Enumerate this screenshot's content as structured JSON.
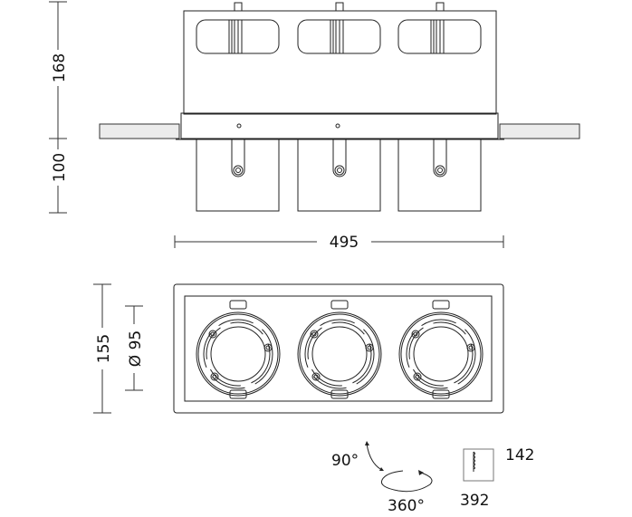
{
  "dimensions": {
    "height_upper": "168",
    "height_lower": "100",
    "width": "495",
    "plan_height": "155",
    "diameter": "Ø 95",
    "cutout_height": "142",
    "cutout_width": "392"
  },
  "rotation": {
    "tilt": "90°",
    "rotate": "360°"
  }
}
